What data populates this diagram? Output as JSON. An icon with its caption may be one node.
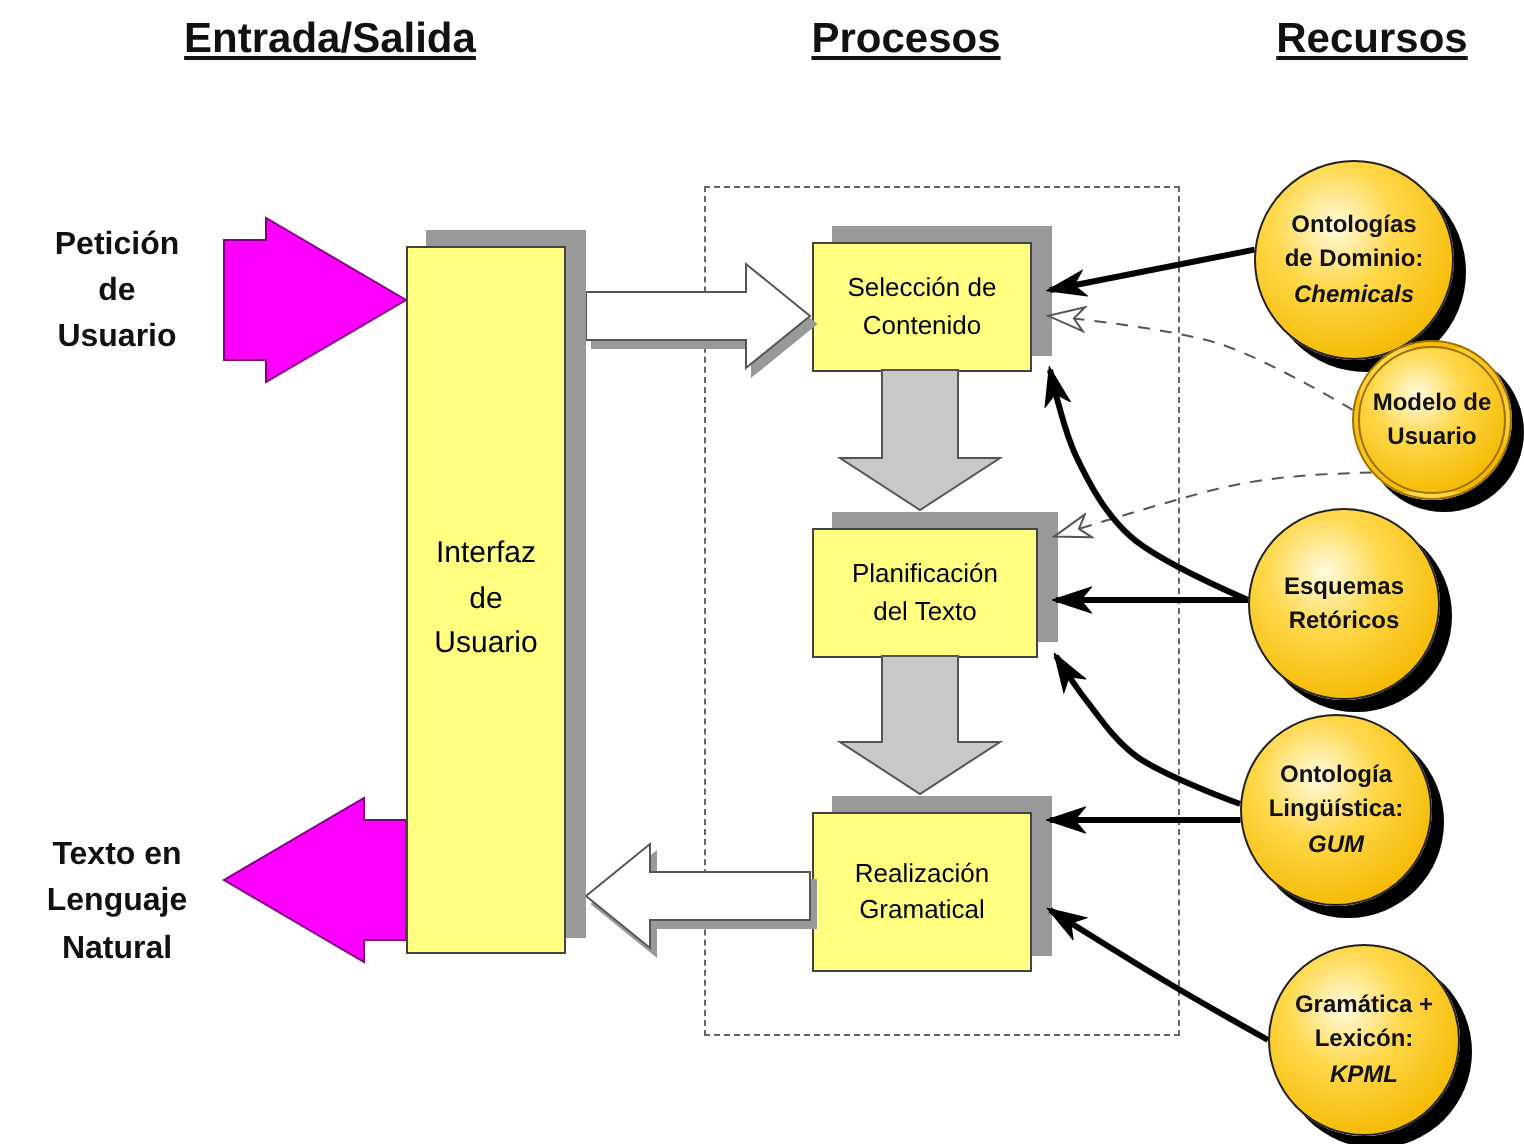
{
  "diagram": {
    "nodes": [
      {
        "text": [
          "Petición de Usuario"
        ]
      },
      {
        "text": [
          "Texto en Lenguaje Natural"
        ]
      },
      {
        "text": [
          "Interfaz de Usuario"
        ]
      },
      {
        "text": [],
        "shape": "box"
      },
      {
        "text": [
          "Selección de Contenido"
        ],
        "in": 3
      },
      {
        "text": [
          "Planificación del Texto"
        ],
        "in": 3
      },
      {
        "text": [
          "Realización Gramatical"
        ],
        "in": 3
      },
      {
        "text": [
          "Ontologías de Dominio: *Chemicals*"
        ]
      },
      {
        "text": [
          "Modelo de Usuario"
        ]
      },
      {
        "text": [
          "Esquemas Retóricos"
        ]
      },
      {
        "text": [
          "Ontología Lingüística: *GUM*"
        ]
      },
      {
        "text": [
          "Gramática + Lexicón: *KPML*"
        ]
      }
    ],
    "edges": [
      {
        "from": 0,
        "to": 2,
        "arrow": "to",
        "style": "thick",
        "color": "#ff00ff"
      },
      {
        "from": 2,
        "to": 1,
        "arrow": "to",
        "style": "thick",
        "color": "#ff00ff"
      },
      {
        "from": 2,
        "to": 4,
        "arrow": "to",
        "style": "thick",
        "color": "#ffffff"
      },
      {
        "from": 6,
        "to": 2,
        "arrow": "to",
        "style": "thick",
        "color": "#ffffff"
      },
      {
        "from": 4,
        "to": 5,
        "arrow": "to",
        "style": "thick",
        "color": "#c8c8c8"
      },
      {
        "from": 5,
        "to": 6,
        "arrow": "to",
        "style": "thick",
        "color": "#c8c8c8"
      },
      {
        "from": 7,
        "to": 4,
        "arrow": "to"
      },
      {
        "from": 8,
        "to": 4,
        "arrow": "to",
        "style": "dashed",
        "color": "#555555"
      },
      {
        "from": 8,
        "to": 5,
        "arrow": "to",
        "style": "dashed",
        "color": "#555555"
      },
      {
        "from": 9,
        "to": 4,
        "arrow": "to"
      },
      {
        "from": 9,
        "to": 5,
        "arrow": "to"
      },
      {
        "from": 10,
        "to": 5,
        "arrow": "to"
      },
      {
        "from": 10,
        "to": 6,
        "arrow": "to"
      },
      {
        "from": 11,
        "to": 6,
        "arrow": "to"
      }
    ],
    "labels": [
      "Entrada/Salida",
      "Procesos",
      "Recursos"
    ]
  }
}
